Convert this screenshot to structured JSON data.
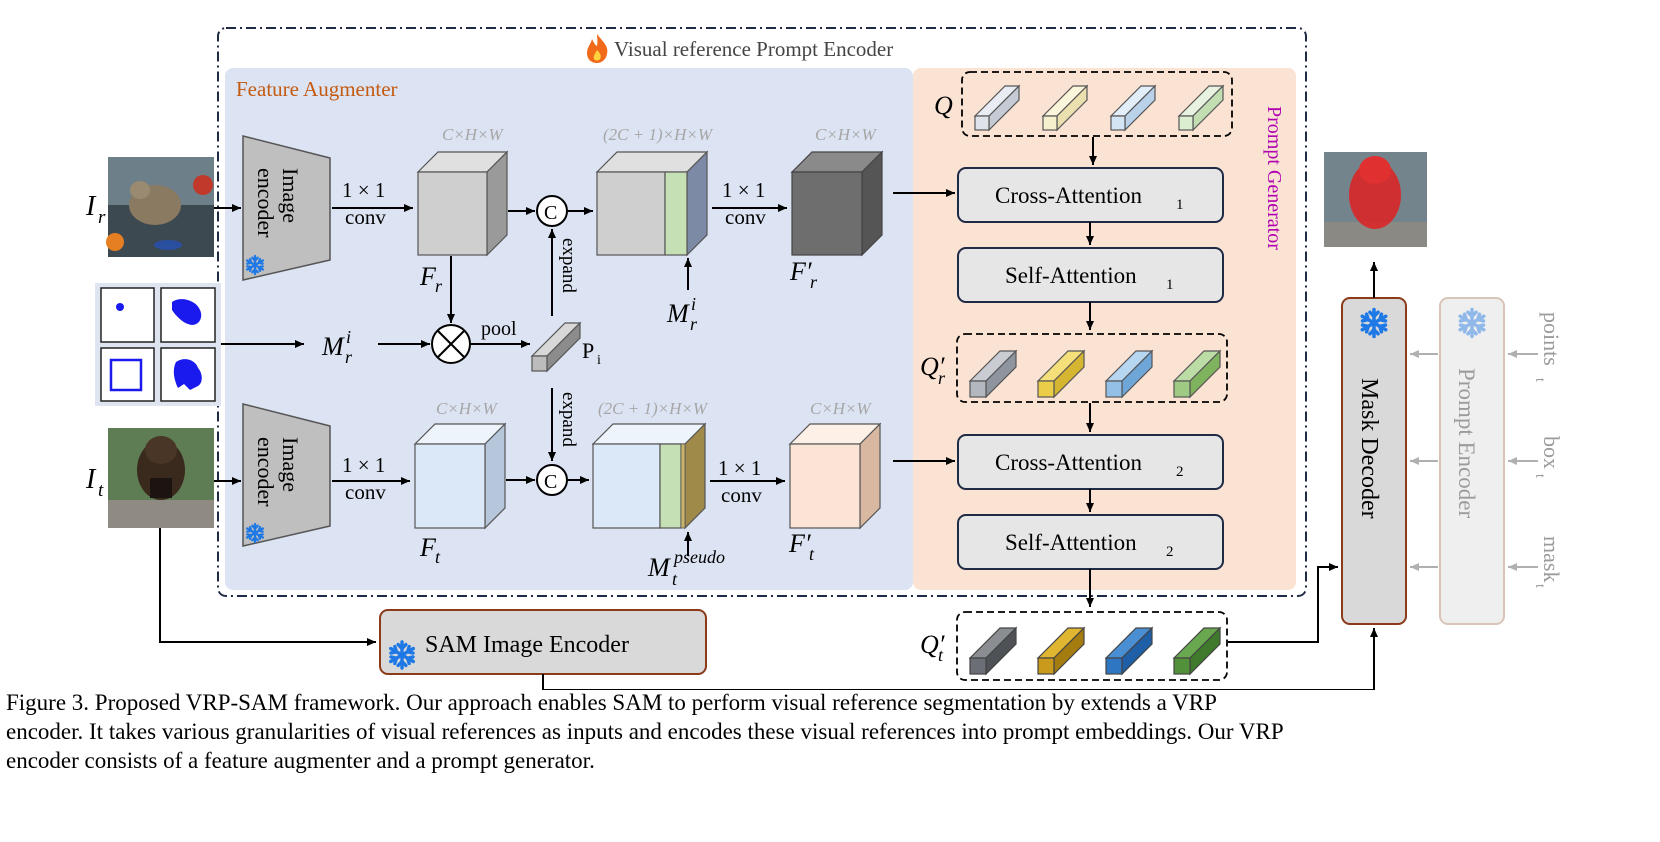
{
  "diagram": {
    "encoder_title": "Visual reference Prompt Encoder",
    "feature_augmenter_title": "Feature Augmenter",
    "prompt_generator_title": "Prompt Generator",
    "image_encoder_line1": "Image",
    "image_encoder_line2": "encoder",
    "conv_line1": "1 × 1",
    "conv_line2": "conv",
    "dim_chw": "C×H×W",
    "dim_2c": "(2C + 1)×H×W",
    "concat_symbol": "C",
    "expand_label": "expand",
    "pool_label": "pool",
    "p_label": "P",
    "p_sub": "i",
    "ir_label": "I",
    "ir_sub": "r",
    "it_label": "I",
    "it_sub": "t",
    "fr_label": "F",
    "fr_sub": "r",
    "ft_label": "F",
    "ft_sub": "t",
    "frp_label": "F′",
    "frp_sub": "r",
    "ftp_label": "F′",
    "ftp_sub": "t",
    "mri_label": "M",
    "mri_sub": "r",
    "mri_sup": "i",
    "mtp_label": "M",
    "mtp_sub": "t",
    "mtp_sup": "pseudo",
    "q_label": "Q",
    "qr_label": "Q′",
    "qr_sub": "r",
    "qt_label": "Q′",
    "qt_sub": "t",
    "cross_attn_1": "Cross-Attention",
    "cross_attn_1_sub": "1",
    "self_attn_1": "Self-Attention",
    "self_attn_1_sub": "1",
    "cross_attn_2": "Cross-Attention",
    "cross_attn_2_sub": "2",
    "self_attn_2": "Self-Attention",
    "self_attn_2_sub": "2",
    "sam_image_encoder": "SAM Image Encoder",
    "mask_decoder": "Mask Decoder",
    "prompt_encoder": "Prompt Encoder",
    "points_label": "points",
    "points_sub": "t",
    "box_label": "box",
    "box_sub": "t",
    "mask_label": "mask",
    "mask_sub": "t"
  },
  "caption": {
    "line1": "Figure 3.  Proposed VRP-SAM framework.  Our approach enables SAM to perform visual reference segmentation by extends a VRP",
    "line2": "encoder. It takes various granularities of visual references as inputs and encodes these visual references into prompt embeddings. Our VRP",
    "line3": "encoder consists of a feature augmenter and a prompt generator."
  },
  "colors": {
    "feature_augmenter_bg": "#dce3f2",
    "prompt_generator_bg": "#fbe3d4",
    "fa_title": "#c55a11",
    "pg_title": "#b000b0",
    "grey_cube": "#cfcfcf",
    "blue_cube": "#dbe8f7",
    "peach_cube": "#fbe4d5",
    "dark_cube": "#6e6e6e",
    "green_slice": "#c5e0b4",
    "olive_slice": "#c9b36a",
    "snowflake": "#1e78e6",
    "dim_text": "#a6a6a6"
  }
}
